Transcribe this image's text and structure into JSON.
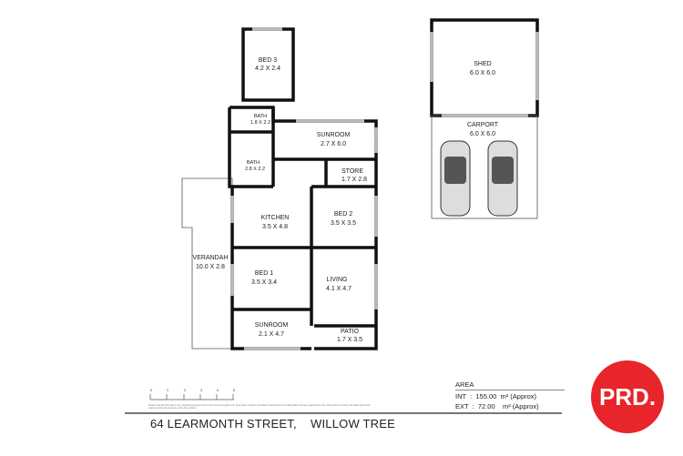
{
  "rooms": {
    "bed3": {
      "name": "BED 3",
      "size": "4.2 X 2.4"
    },
    "bath1": {
      "name": "BATH",
      "size": "1.8 X 2.2"
    },
    "bath2": {
      "name": "BATH",
      "size": "2.8 X 2.2"
    },
    "sunroom1": {
      "name": "SUNROOM",
      "size": "2.7 X 6.0"
    },
    "store": {
      "name": "STORE",
      "size": "1.7 X 2.8"
    },
    "kitchen": {
      "name": "KITCHEN",
      "size": "3.5 X 4.8"
    },
    "bed2": {
      "name": "BED 2",
      "size": "3.5 X 3.5"
    },
    "verandah": {
      "name": "VERANDAH",
      "size": "10.0 X 2.8"
    },
    "bed1": {
      "name": "BED 1",
      "size": "3.5 X 3.4"
    },
    "living": {
      "name": "LIVING",
      "size": "4.1 X 4.7"
    },
    "sunroom2": {
      "name": "SUNROOM",
      "size": "2.1 X 4.7"
    },
    "patio": {
      "name": "PATIO",
      "size": "1.7 X 3.5"
    },
    "shed": {
      "name": "SHED",
      "size": "6.0 X 6.0"
    },
    "carport": {
      "name": "CARPORT",
      "size": "6.0 X 6.0"
    }
  },
  "scale": {
    "ticks": [
      "0",
      "1",
      "2",
      "3",
      "4",
      "5"
    ]
  },
  "area": {
    "heading": "AREA",
    "int": "INT  :  155.00  m² (Approx)",
    "ext": "EXT  :  72.00    m² (Approx)"
  },
  "disclaimer": "Please note this floor plan is for marketing purposes and is to be used as a guide only. Floor plan, furniture, and fixture measurements are illustrations and are approximate only. Dimensions in metres. All efforts have been made to ensure its accuracy at the time of print.",
  "address": "64 LEARMONTH STREET,    WILLOW TREE",
  "logo": {
    "text": "PRD.",
    "color": "#e8252a"
  }
}
